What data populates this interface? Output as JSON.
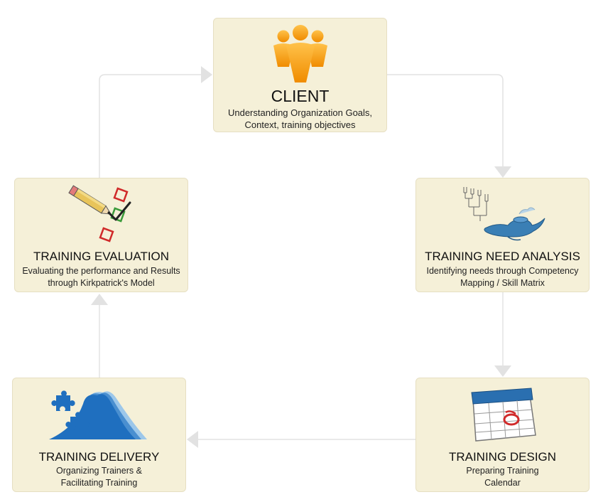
{
  "diagram": {
    "stages": [
      {
        "id": "client",
        "title": "CLIENT",
        "desc_lines": [
          "Understanding Organization Goals,",
          "Context, training objectives"
        ],
        "icon": "people-group-icon"
      },
      {
        "id": "tna",
        "title": "TRAINING NEED ANALYSIS",
        "desc_lines": [
          "Identifying needs through Competency",
          "Mapping / Skill Matrix"
        ],
        "icon": "magic-lamp-tree-icon"
      },
      {
        "id": "design",
        "title": "TRAINING DESIGN",
        "desc_lines": [
          "Preparing Training",
          "Calendar"
        ],
        "icon": "calendar-icon"
      },
      {
        "id": "delivery",
        "title": "TRAINING DELIVERY",
        "desc_lines": [
          "Organizing Trainers &",
          "Facilitating Training"
        ],
        "icon": "puzzle-mountain-icon"
      },
      {
        "id": "eval",
        "title": "TRAINING EVALUATION",
        "desc_lines": [
          "Evaluating the performance and Results",
          "through Kirkpatrick's Model"
        ],
        "icon": "pencil-checklist-icon"
      }
    ],
    "colors": {
      "box_fill": "#f5f0d8",
      "box_border": "#e6dfc2",
      "connector": "#e2e2e2",
      "people_orange": "#f5a623",
      "lamp_blue": "#3a7fb5",
      "calendar_blue": "#2a6fb0",
      "puzzle_blue": "#1f6fbf",
      "check_green": "#3a9a3a",
      "mark_red": "#d02a2a"
    }
  }
}
